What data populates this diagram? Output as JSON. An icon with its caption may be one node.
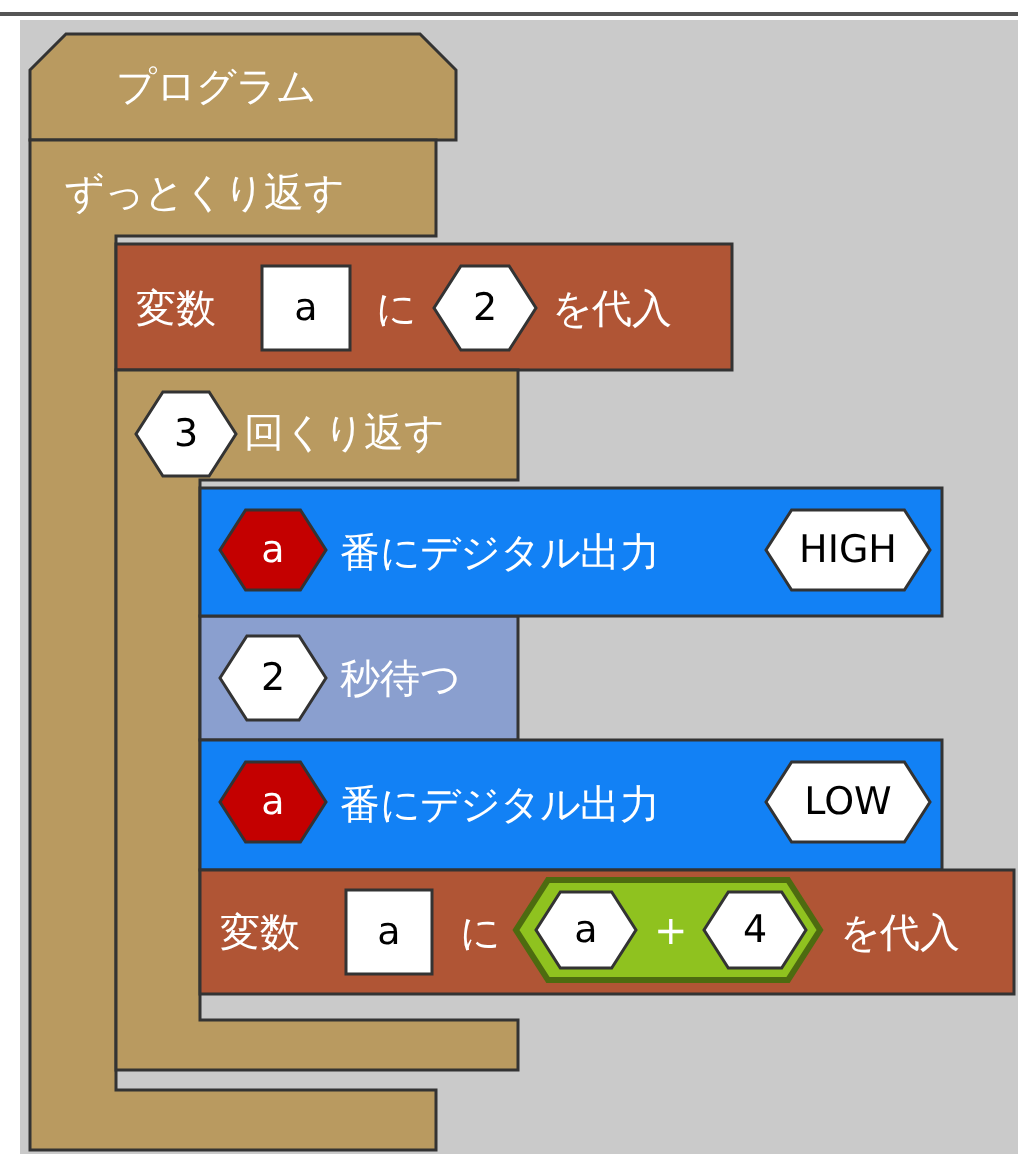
{
  "diagram": {
    "nodes": [
      {
        "text": [
          "プログラム"
        ]
      },
      {
        "text": [
          "ずっとくり返す"
        ]
      },
      {
        "text": [
          "変数",
          "に",
          "を代入"
        ]
      },
      {
        "text": [
          "a"
        ],
        "in": 2
      },
      {
        "text": [
          "2"
        ],
        "in": 2
      },
      {
        "text": [
          "回くり返す"
        ]
      },
      {
        "text": [
          "3"
        ],
        "in": 5
      },
      {
        "text": [
          "番にデジタル出力"
        ]
      },
      {
        "text": [
          "a"
        ],
        "in": 7
      },
      {
        "text": [
          "HIGH"
        ],
        "in": 7
      },
      {
        "text": [
          "秒待つ"
        ],
        "in": 5
      },
      {
        "text": [
          "2"
        ],
        "in": 10
      },
      {
        "text": [
          "番にデジタル出力"
        ]
      },
      {
        "text": [
          "a"
        ],
        "in": 12
      },
      {
        "text": [
          "LOW"
        ],
        "in": 12
      },
      {
        "text": [
          "変数",
          "に",
          "を代入"
        ]
      },
      {
        "text": [
          "a"
        ],
        "in": 15
      },
      {
        "text": [
          "+"
        ],
        "in": 15
      },
      {
        "text": [
          "a"
        ],
        "in": 17
      },
      {
        "text": [
          "4"
        ],
        "in": 17
      }
    ]
  }
}
